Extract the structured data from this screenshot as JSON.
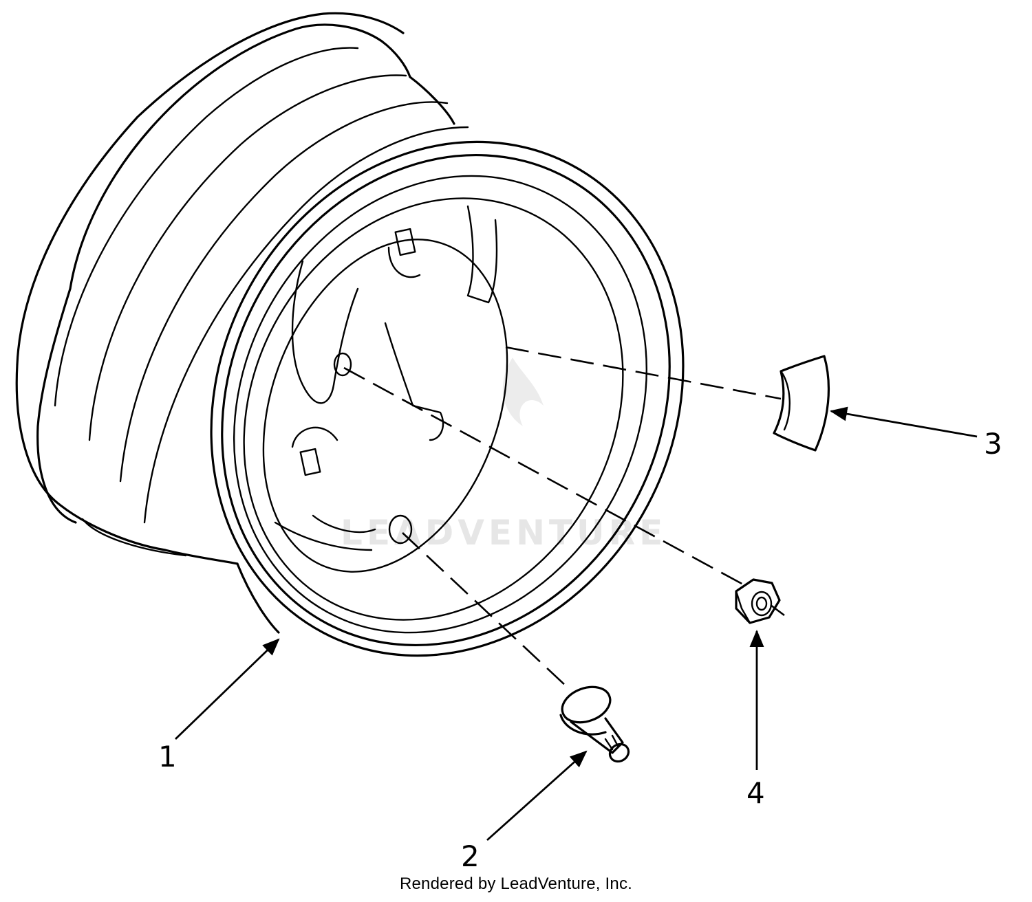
{
  "diagram": {
    "callouts": [
      {
        "id": "1",
        "label": "1",
        "part": "wheel-rim"
      },
      {
        "id": "2",
        "label": "2",
        "part": "valve-stem"
      },
      {
        "id": "3",
        "label": "3",
        "part": "wheel-weight"
      },
      {
        "id": "4",
        "label": "4",
        "part": "lug-nut"
      }
    ],
    "watermark": "LEADVENTURE",
    "credit": "Rendered by LeadVenture, Inc."
  }
}
